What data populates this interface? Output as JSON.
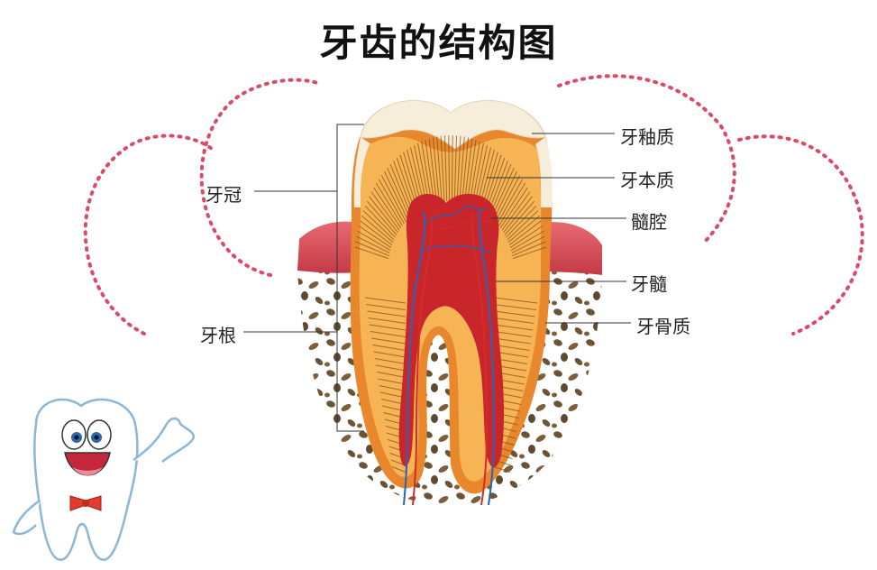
{
  "title": "牙齿的结构图",
  "labels": {
    "enamel": "牙釉质",
    "dentin": "牙本质",
    "pulp_chamber": "髓腔",
    "pulp": "牙髓",
    "cementum": "牙骨质",
    "crown": "牙冠",
    "root": "牙根"
  },
  "colors": {
    "enamel": "#f6eedb",
    "dentin": "#f6b455",
    "pulp": "#c8262a",
    "gum": "#d9505a",
    "bone_spots": "#6b5436",
    "dotted_circles": "#d94b67",
    "artery": "#d42b2b",
    "vein": "#2a63b8"
  },
  "mascot": {
    "name": "smiling-tooth-mascot"
  }
}
